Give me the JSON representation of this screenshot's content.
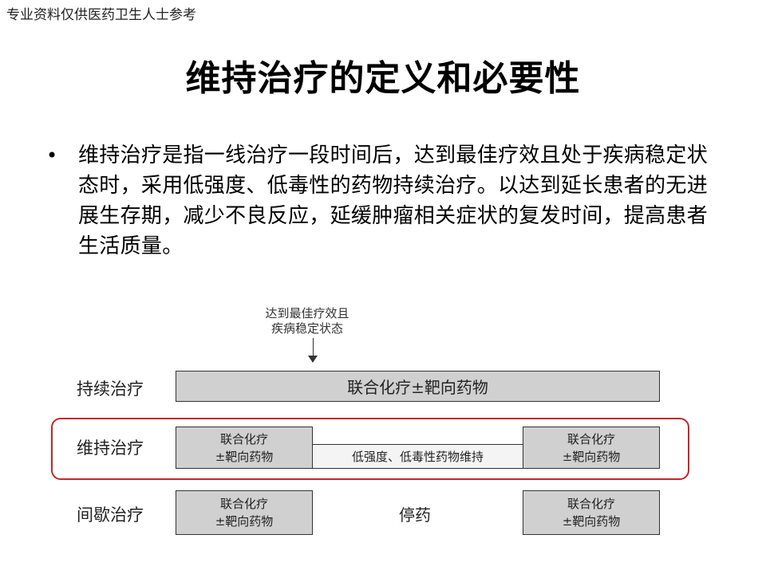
{
  "watermark": "专业资料仅供医药卫生人士参考",
  "title": "维持治疗的定义和必要性",
  "bullet": "维持治疗是指一线治疗一段时间后，达到最佳疗效且处于疾病稳定状态时，采用低强度、低毒性的药物持续治疗。以达到延长患者的无进展生存期，减少不良反应，延缓肿瘤相关症状的复发时间，提高患者生活质量。",
  "diagram": {
    "annotation_line1": "达到最佳疗效且",
    "annotation_line2": "疾病稳定状态",
    "rows": {
      "continuous": {
        "label": "持续治疗",
        "box": "联合化疗±靶向药物"
      },
      "maintenance": {
        "label": "维持治疗",
        "left_line1": "联合化疗",
        "left_line2": "±靶向药物",
        "middle": "低强度、低毒性药物维持",
        "right_line1": "联合化疗",
        "right_line2": "±靶向药物"
      },
      "intermittent": {
        "label": "间歇治疗",
        "left_line1": "联合化疗",
        "left_line2": "±靶向药物",
        "middle": "停药",
        "right_line1": "联合化疗",
        "right_line2": "±靶向药物"
      }
    },
    "highlight_color": "#c0282a"
  }
}
